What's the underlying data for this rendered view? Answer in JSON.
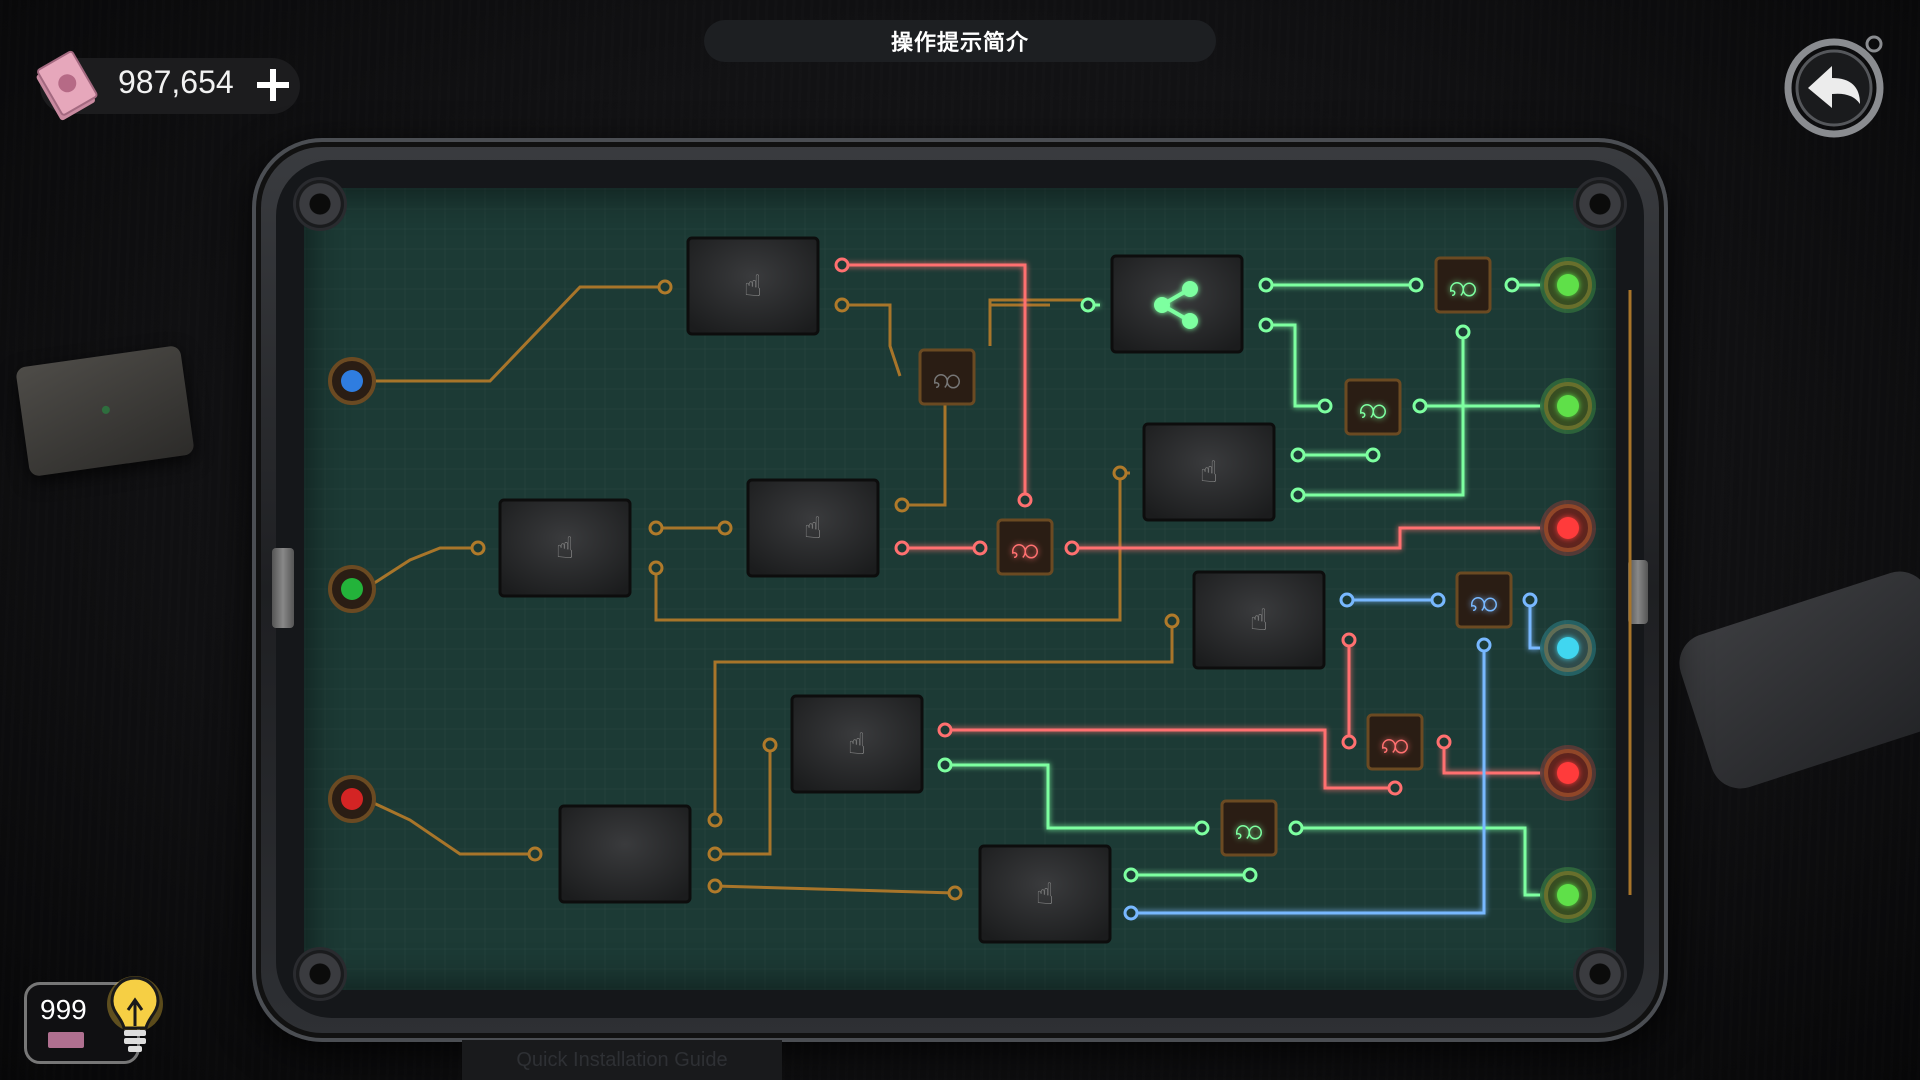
{
  "hud": {
    "title": "操作提示简介",
    "currency": {
      "value": "987,654",
      "icon": "cash-stack-icon",
      "add_icon": "plus-icon"
    },
    "back_icon": "back-arrow-icon",
    "hints": {
      "count": "999",
      "icon": "lightbulb-icon",
      "cost_icon": "cash-icon"
    }
  },
  "board": {
    "label": "Quick Installation Guide",
    "input_leds": [
      {
        "id": "in-blue",
        "color": "#2f7de0"
      },
      {
        "id": "in-green",
        "color": "#23b33a"
      },
      {
        "id": "in-red",
        "color": "#d42424"
      }
    ],
    "output_leds": [
      {
        "id": "out-1",
        "color": "#5ee04a",
        "lit": true
      },
      {
        "id": "out-2",
        "color": "#5ee04a",
        "lit": true
      },
      {
        "id": "out-3",
        "color": "#ff3a3a",
        "lit": true
      },
      {
        "id": "out-4",
        "color": "#3fd6f0",
        "lit": true
      },
      {
        "id": "out-5",
        "color": "#ff3a3a",
        "lit": true
      },
      {
        "id": "out-6",
        "color": "#5ee04a",
        "lit": true
      }
    ],
    "movable_chip_icon": "hand-pointer-icon",
    "mixer_icon": "triskelion-icon",
    "splitter_icon": "share-icon",
    "wire_colors": {
      "idle": "#b07a2a",
      "green": "#7dffa0",
      "red": "#ff6a6a",
      "blue": "#78b8ff"
    }
  }
}
